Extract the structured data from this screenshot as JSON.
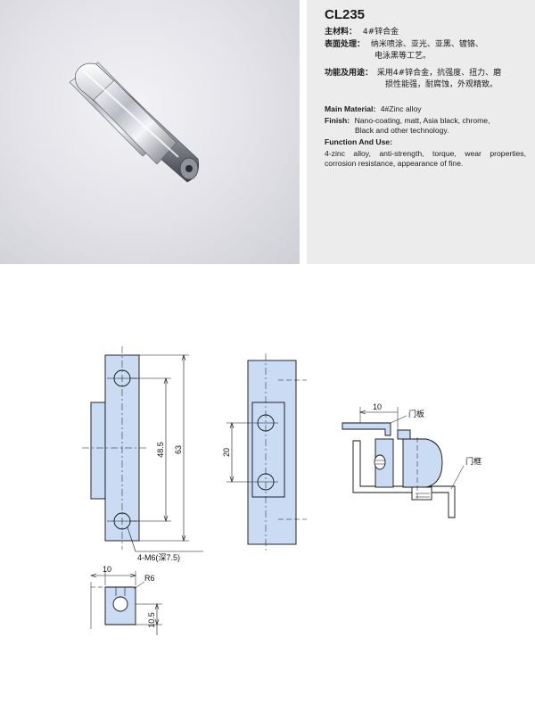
{
  "product": {
    "model": "CL235",
    "cn_material_label": "主材料：",
    "cn_material_value": "4#锌合金",
    "cn_surface_label": "表面处理：",
    "cn_surface_value_1": "纳米喷涂、亚光、亚黑、镀铬、",
    "cn_surface_value_2": "电泳黑等工艺。",
    "cn_function_label": "功能及用途：",
    "cn_function_value_1": "采用4#锌合金，抗强度、扭力、磨",
    "cn_function_value_2": "损性能强，耐腐蚀，外观精致。",
    "en_material_label": "Main Material:",
    "en_material_value": "4#Zinc alloy",
    "en_finish_label": "Finish:",
    "en_finish_value_1": "Nano-coating, matt, Asia black, chrome,",
    "en_finish_value_2": "Black and other technology.",
    "en_function_label": "Function And Use:",
    "en_function_text": "4-zinc alloy, anti-strength, torque, wear properties, corrosion resistance, appearance of fine."
  },
  "drawing": {
    "dim_48_5": "48.5",
    "dim_63": "63",
    "dim_20": "20",
    "hole_note": "4-M6(深7.5)",
    "dim_10_bottom": "10",
    "dim_r6": "R6",
    "dim_10_5": "10.5",
    "dim_10_side": "10",
    "label_door_panel": "门板",
    "label_door_frame": "门框"
  },
  "colors": {
    "part_fill": "#c9dcf4",
    "line": "#111111",
    "photo_bg": "#e1e1e7",
    "spec_bg": "#ececec"
  }
}
